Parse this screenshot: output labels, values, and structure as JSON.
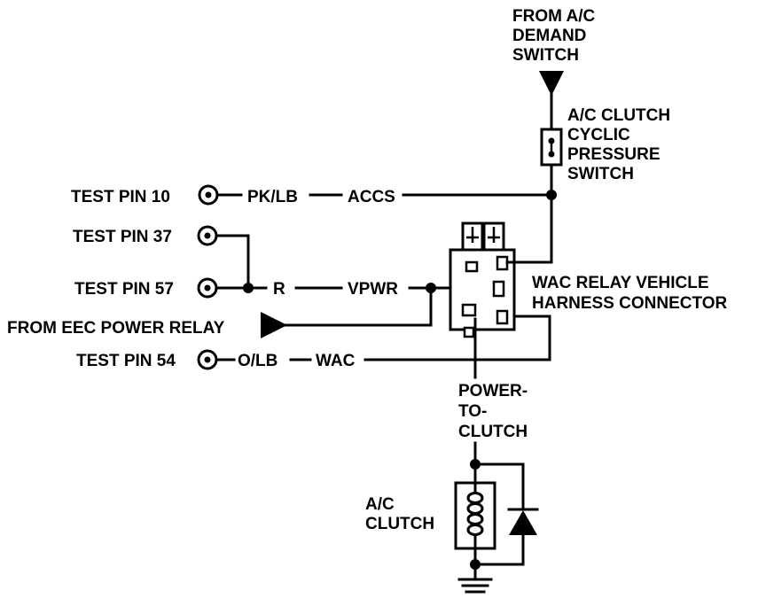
{
  "labels": {
    "from_ac_demand_line1": "FROM A/C",
    "from_ac_demand_line2": "DEMAND",
    "from_ac_demand_line3": "SWITCH",
    "cyclic_switch_line1": "A/C CLUTCH",
    "cyclic_switch_line2": "CYCLIC",
    "cyclic_switch_line3": "PRESSURE",
    "cyclic_switch_line4": "SWITCH",
    "test_pin_10": "TEST PIN 10",
    "test_pin_37": "TEST PIN 37",
    "test_pin_57": "TEST PIN 57",
    "test_pin_54": "TEST PIN 54",
    "wire_pk_lb": "PK/LB",
    "signal_accs": "ACCS",
    "wire_r": "R",
    "signal_vpwr": "VPWR",
    "wire_o_lb": "O/LB",
    "signal_wac": "WAC",
    "from_eec_power_relay": "FROM EEC POWER RELAY",
    "relay_connector_line1": "WAC RELAY VEHICLE",
    "relay_connector_line2": "HARNESS CONNECTOR",
    "power_to_clutch_line1": "POWER-",
    "power_to_clutch_line2": "TO-",
    "power_to_clutch_line3": "CLUTCH",
    "ac_clutch_line1": "A/C",
    "ac_clutch_line2": "CLUTCH"
  },
  "colors": {
    "ink": "#000000",
    "background": "#ffffff"
  }
}
